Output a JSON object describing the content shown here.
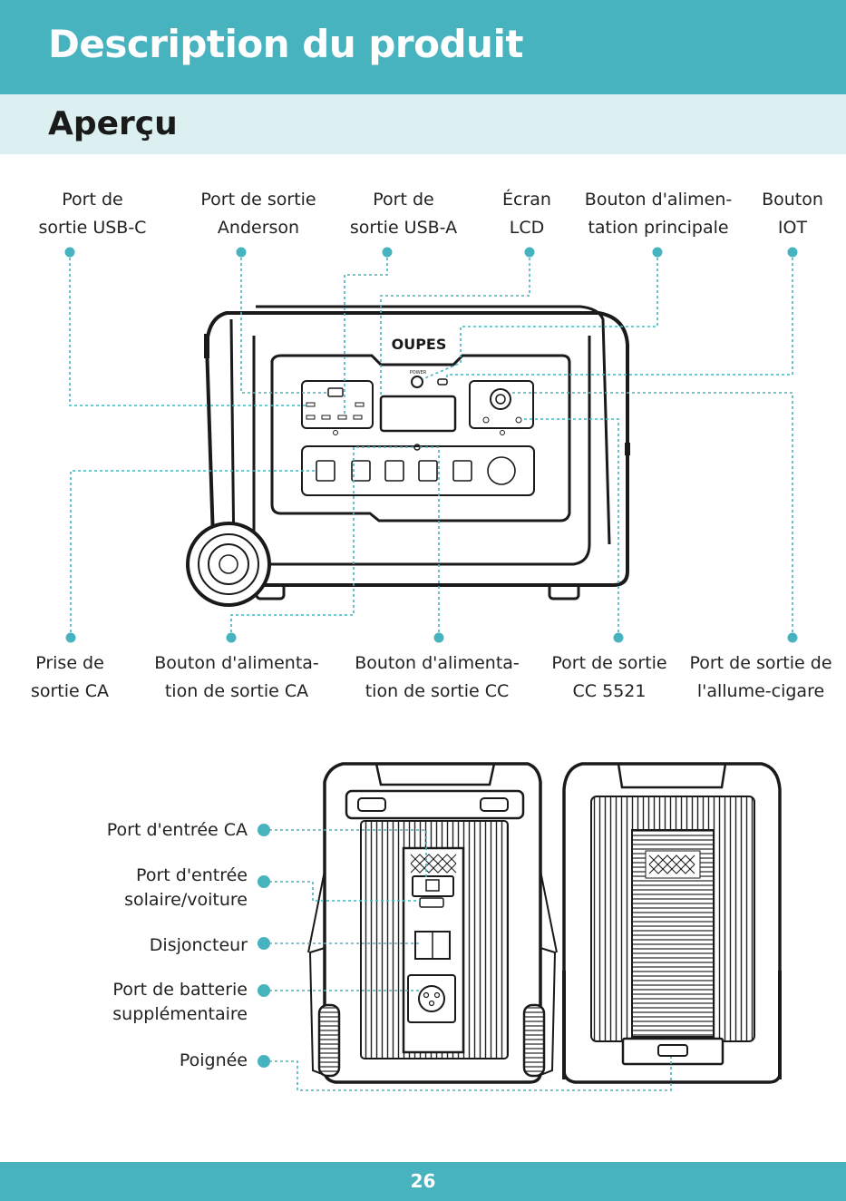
{
  "header": {
    "title": "Description du produit"
  },
  "section": {
    "title": "Aperçu"
  },
  "front_top_labels": [
    {
      "line1": "Port de",
      "line2": "sortie USB-C"
    },
    {
      "line1": "Port de sortie",
      "line2": "Anderson"
    },
    {
      "line1": "Port de",
      "line2": "sortie USB-A"
    },
    {
      "line1": "Écran",
      "line2": "LCD"
    },
    {
      "line1": "Bouton d'alimen-",
      "line2": "tation principale"
    },
    {
      "line1": "Bouton",
      "line2": "IOT"
    }
  ],
  "front_bottom_labels": [
    {
      "line1": "Prise de",
      "line2": "sortie CA"
    },
    {
      "line1": "Bouton d'alimenta-",
      "line2": "tion de sortie CA"
    },
    {
      "line1": "Bouton d'alimenta-",
      "line2": "tion de sortie CC"
    },
    {
      "line1": "Port de sortie",
      "line2": "CC 5521"
    },
    {
      "line1": "Port de sortie de",
      "line2": "l'allume-cigare"
    }
  ],
  "rear_labels": [
    {
      "line1": "Port d'entrée CA",
      "line2": ""
    },
    {
      "line1": "Port d'entrée",
      "line2": "solaire/voiture"
    },
    {
      "line1": "Disjoncteur",
      "line2": ""
    },
    {
      "line1": "Port de batterie",
      "line2": "supplémentaire"
    },
    {
      "line1": "Poignée",
      "line2": ""
    }
  ],
  "device": {
    "brand": "OUPES",
    "power_label": "POWER"
  },
  "footer": {
    "page_number": "26"
  },
  "colors": {
    "accent": "#47b3bf",
    "accent_light": "#dcf0f2",
    "line": "#47b3bf",
    "dot": "#47b3bf"
  }
}
